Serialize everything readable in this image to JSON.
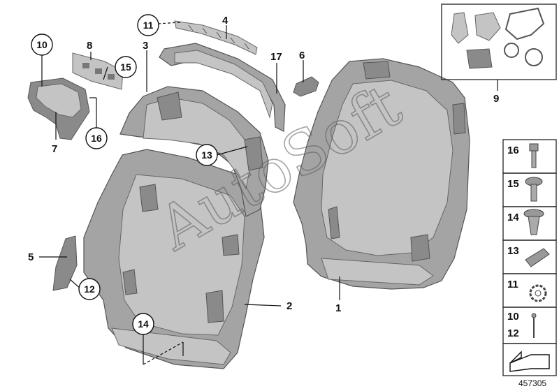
{
  "diagram": {
    "document_number": "457305",
    "watermark": "AutoSoft",
    "callouts": {
      "c1": "1",
      "c2": "2",
      "c3": "3",
      "c4": "4",
      "c5": "5",
      "c6": "6",
      "c7": "7",
      "c8": "8",
      "c9": "9",
      "c10": "10",
      "c11": "11",
      "c12": "12",
      "c13": "13",
      "c14": "14",
      "c15": "15",
      "c16": "16",
      "c17": "17"
    },
    "legend": [
      {
        "num": "16",
        "icon": "screw-icon"
      },
      {
        "num": "15",
        "icon": "bolt-icon"
      },
      {
        "num": "14",
        "icon": "expanding-rivet-icon"
      },
      {
        "num": "13",
        "icon": "clip-nut-icon"
      },
      {
        "num": "11",
        "icon": "lock-washer-icon"
      },
      {
        "num": "10",
        "num2": "12",
        "icon": "pin-icon"
      }
    ]
  }
}
